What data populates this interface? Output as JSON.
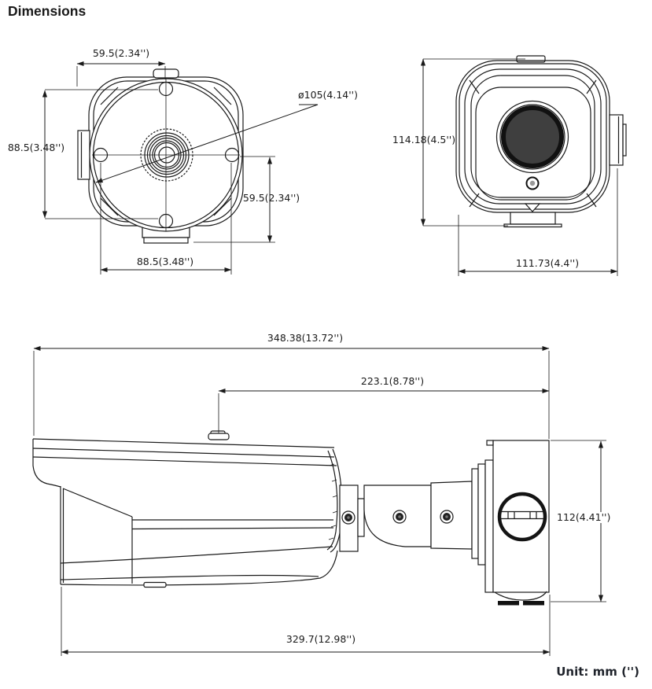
{
  "title": "Dimensions",
  "unit_note": "Unit: mm ('')",
  "colors": {
    "line": "#1a1a1a",
    "note_text": "#1f232b",
    "lens_fill": "#3f3f3f",
    "background": "#ffffff"
  },
  "views": {
    "back": {
      "name": "rear view of bullet camera",
      "dimensions": {
        "top_width": "59.5(2.34'')",
        "left_height": "88.5(3.48'')",
        "right_height": "59.5(2.34'')",
        "bottom_width": "88.5(3.48'')",
        "diameter": "ø105(4.14'')"
      }
    },
    "front": {
      "name": "front view of bullet camera",
      "dimensions": {
        "height": "114.18(4.5'')",
        "width": "111.73(4.4'')"
      }
    },
    "side": {
      "name": "side view of bullet camera with junction box",
      "dimensions": {
        "overall_length": "348.38(13.72'')",
        "upper_length": "223.1(8.78'')",
        "junction_box_height": "112(4.41'')",
        "body_length": "329.7(12.98'')"
      }
    }
  }
}
